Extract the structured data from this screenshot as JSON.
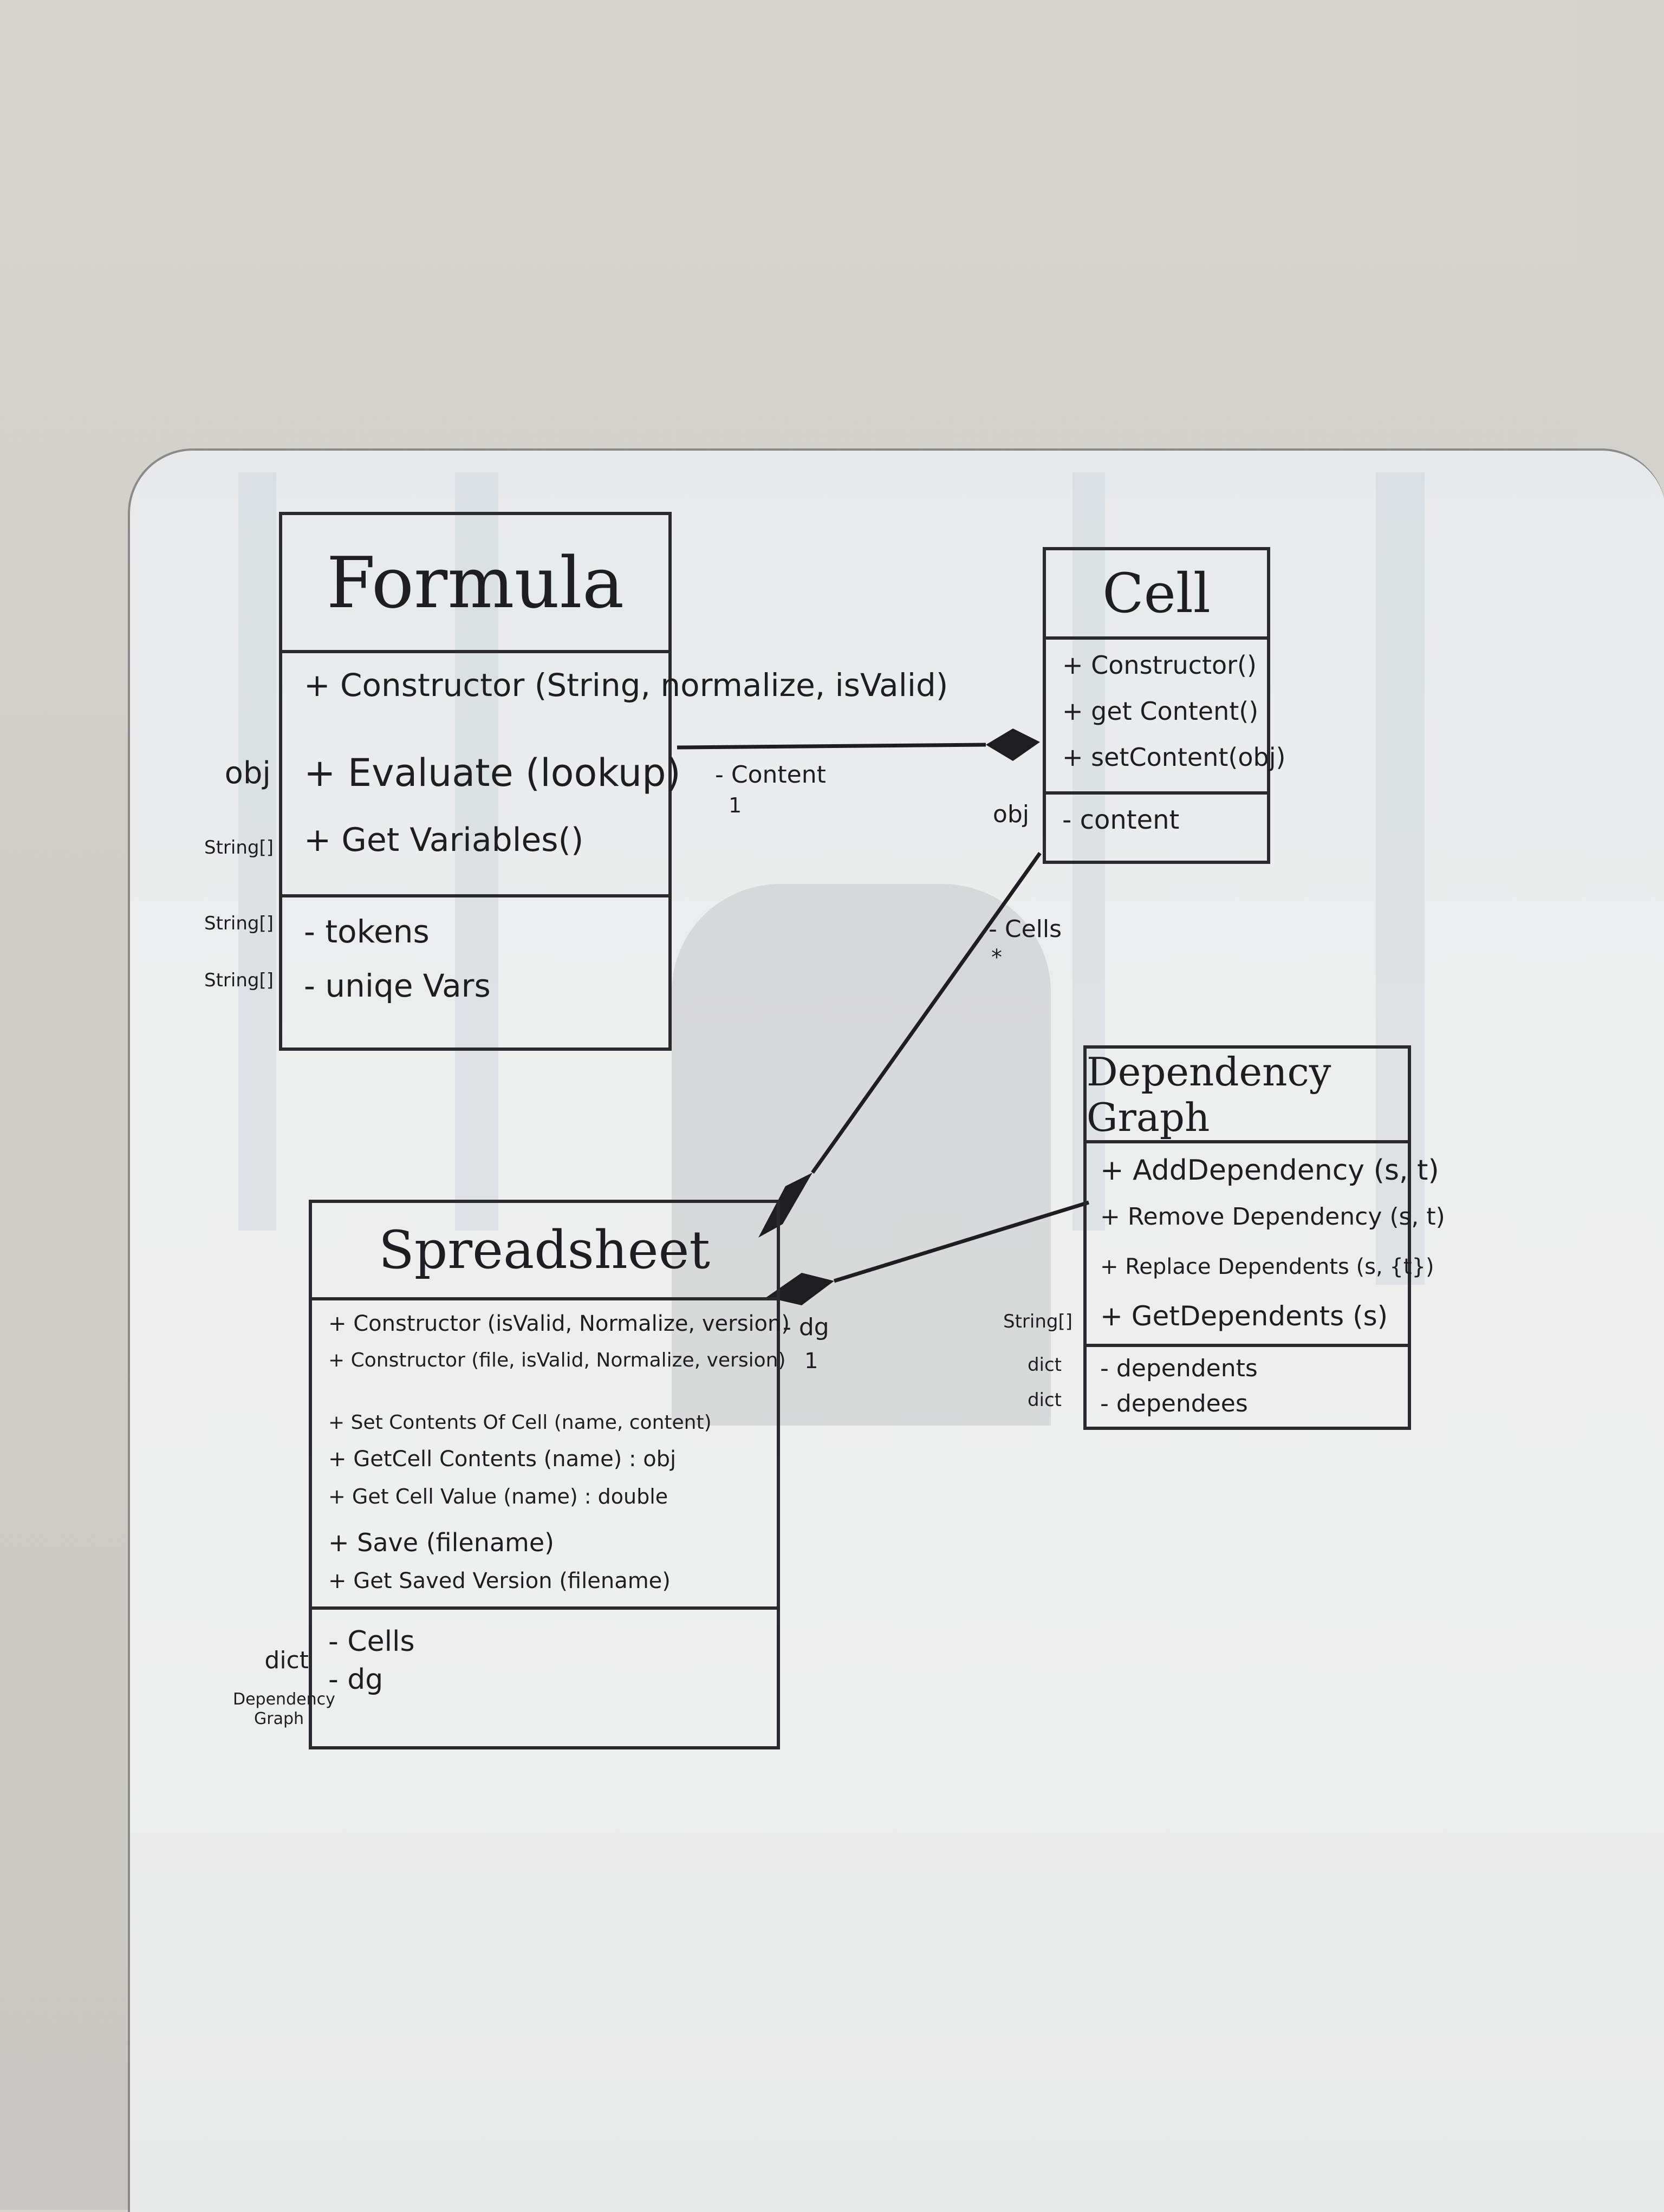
{
  "formula": {
    "title": "Formula",
    "methods": [
      {
        "type": "",
        "text": "+ Constructor (String, normalize, isValid)"
      },
      {
        "type": "obj",
        "text": "+ Evaluate (lookup)"
      },
      {
        "type": "String[]",
        "text": "+ Get Variables()"
      }
    ],
    "fields": [
      {
        "type": "String[]",
        "text": "- tokens"
      },
      {
        "type": "String[]",
        "text": "- uniqe Vars"
      }
    ]
  },
  "cell": {
    "title": "Cell",
    "methods": [
      {
        "type": "",
        "text": "+ Constructor()"
      },
      {
        "type": "",
        "text": "+ get Content()"
      },
      {
        "type": "",
        "text": "+ setContent(obj)"
      }
    ],
    "fields": [
      {
        "type": "obj",
        "text": "- content"
      }
    ]
  },
  "dependency_graph": {
    "title": "Dependency Graph",
    "methods": [
      {
        "type": "",
        "text": "+ AddDependency (s, t)"
      },
      {
        "type": "",
        "text": "+ Remove Dependency (s, t)"
      },
      {
        "type": "",
        "text": "+ Replace Dependents (s, {t})"
      },
      {
        "type": "String[]",
        "text": "+ GetDependents (s)"
      }
    ],
    "fields": [
      {
        "type": "dict",
        "text": "- dependents"
      },
      {
        "type": "dict",
        "text": "- dependees"
      }
    ]
  },
  "spreadsheet": {
    "title": "Spreadsheet",
    "methods": [
      {
        "type": "",
        "text": "+ Constructor (isValid, Normalize, version)"
      },
      {
        "type": "",
        "text": "+ Constructor (file, isValid, Normalize, version)"
      },
      {
        "type": "",
        "text": "+ Set Contents Of Cell (name, content)"
      },
      {
        "type": "",
        "text": "+ GetCell Contents (name) : obj"
      },
      {
        "type": "",
        "text": "+ Get Cell Value (name) : double"
      },
      {
        "type": "",
        "text": "+ Save (filename)"
      },
      {
        "type": "",
        "text": "+ Get Saved Version (filename)"
      }
    ],
    "fields": [
      {
        "type": "dict",
        "text": "- Cells"
      },
      {
        "type": "Dependency Graph",
        "text": "- dg"
      }
    ]
  },
  "associations": {
    "formula_cell": {
      "role": "- Content",
      "multiplicity": "1"
    },
    "cell_spreadsheet": {
      "role": "- Cells",
      "multiplicity": "*"
    },
    "dg_spreadsheet": {
      "role": "- dg",
      "multiplicity": "1"
    }
  },
  "colors": {
    "marker": "#1e1e22",
    "board": "#eceeee"
  }
}
